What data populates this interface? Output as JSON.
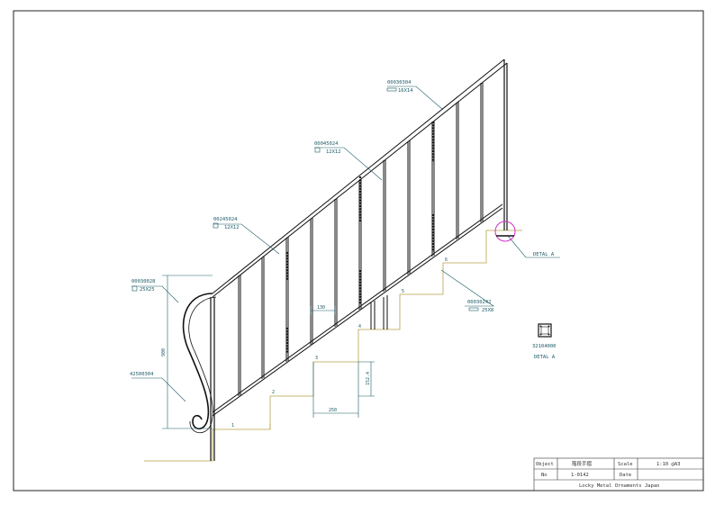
{
  "callouts": {
    "top_rail": {
      "code": "00030304",
      "size": "16X14"
    },
    "mid_bar": {
      "code": "00045024",
      "size": "12X12"
    },
    "left_bar": {
      "code": "00245024",
      "size": "12X12"
    },
    "newel": {
      "code": "00030028",
      "size": "25X25"
    },
    "scroll": {
      "code": "42500304"
    },
    "bottom_rail": {
      "code": "00030242",
      "size": "25X8"
    },
    "detail_ref": "DETAL A"
  },
  "detail": {
    "code": "32104000",
    "label": "DETAL A"
  },
  "dimensions": {
    "spacing": "130",
    "tread": "250",
    "riser": "152.4",
    "height": "900"
  },
  "step_numbers": [
    "1",
    "2",
    "3",
    "4",
    "5",
    "6"
  ],
  "title_block": {
    "object_label": "Object",
    "object_value": "階段手摺",
    "scale_label": "Scale",
    "scale_value": "1:10 @A3",
    "no_label": "No",
    "no_value": "1-0142",
    "date_label": "Date",
    "date_value": "",
    "company": "Locky Metal Ornaments Japan"
  },
  "colors": {
    "line": "#111111",
    "leader": "#1a5a66",
    "stairs": "#b5a24a",
    "highlight": "#d22fc8"
  }
}
